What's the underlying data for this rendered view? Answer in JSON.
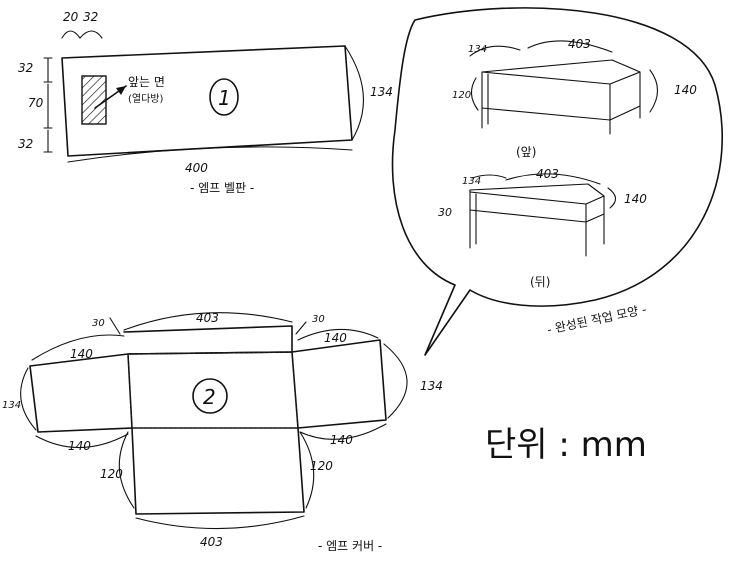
{
  "panel1": {
    "number": "1",
    "caption": "- 엠프 벨판 -",
    "note_line1": "앞는 면",
    "note_line2": "(열다방)",
    "dims": {
      "top_a": "20",
      "top_b": "32",
      "left_top": "32",
      "left_mid": "70",
      "left_bot": "32",
      "right": "134",
      "bottom": "400"
    }
  },
  "bubble": {
    "front": {
      "caption": "(앞)",
      "dims": {
        "top": "403",
        "left_top": "134",
        "left": "120",
        "right": "140"
      }
    },
    "back": {
      "caption": "(뒤)",
      "dims": {
        "top": "403",
        "left_top": "134",
        "left": "30",
        "right": "140"
      }
    },
    "caption": "- 완성된 작업 모양 -"
  },
  "panel2": {
    "number": "2",
    "caption": "- 엠프 커버 -",
    "dims": {
      "top": "403",
      "corner_left": "30",
      "corner_right": "30",
      "left_flap_top": "140",
      "left_flap_bottom": "140",
      "left_flap_side": "134",
      "right_flap_top": "140",
      "right_flap_bottom": "140",
      "right_side": "134",
      "left_lower": "120",
      "right_lower": "120",
      "bottom": "403"
    }
  },
  "unit_label": "단위 : mm"
}
